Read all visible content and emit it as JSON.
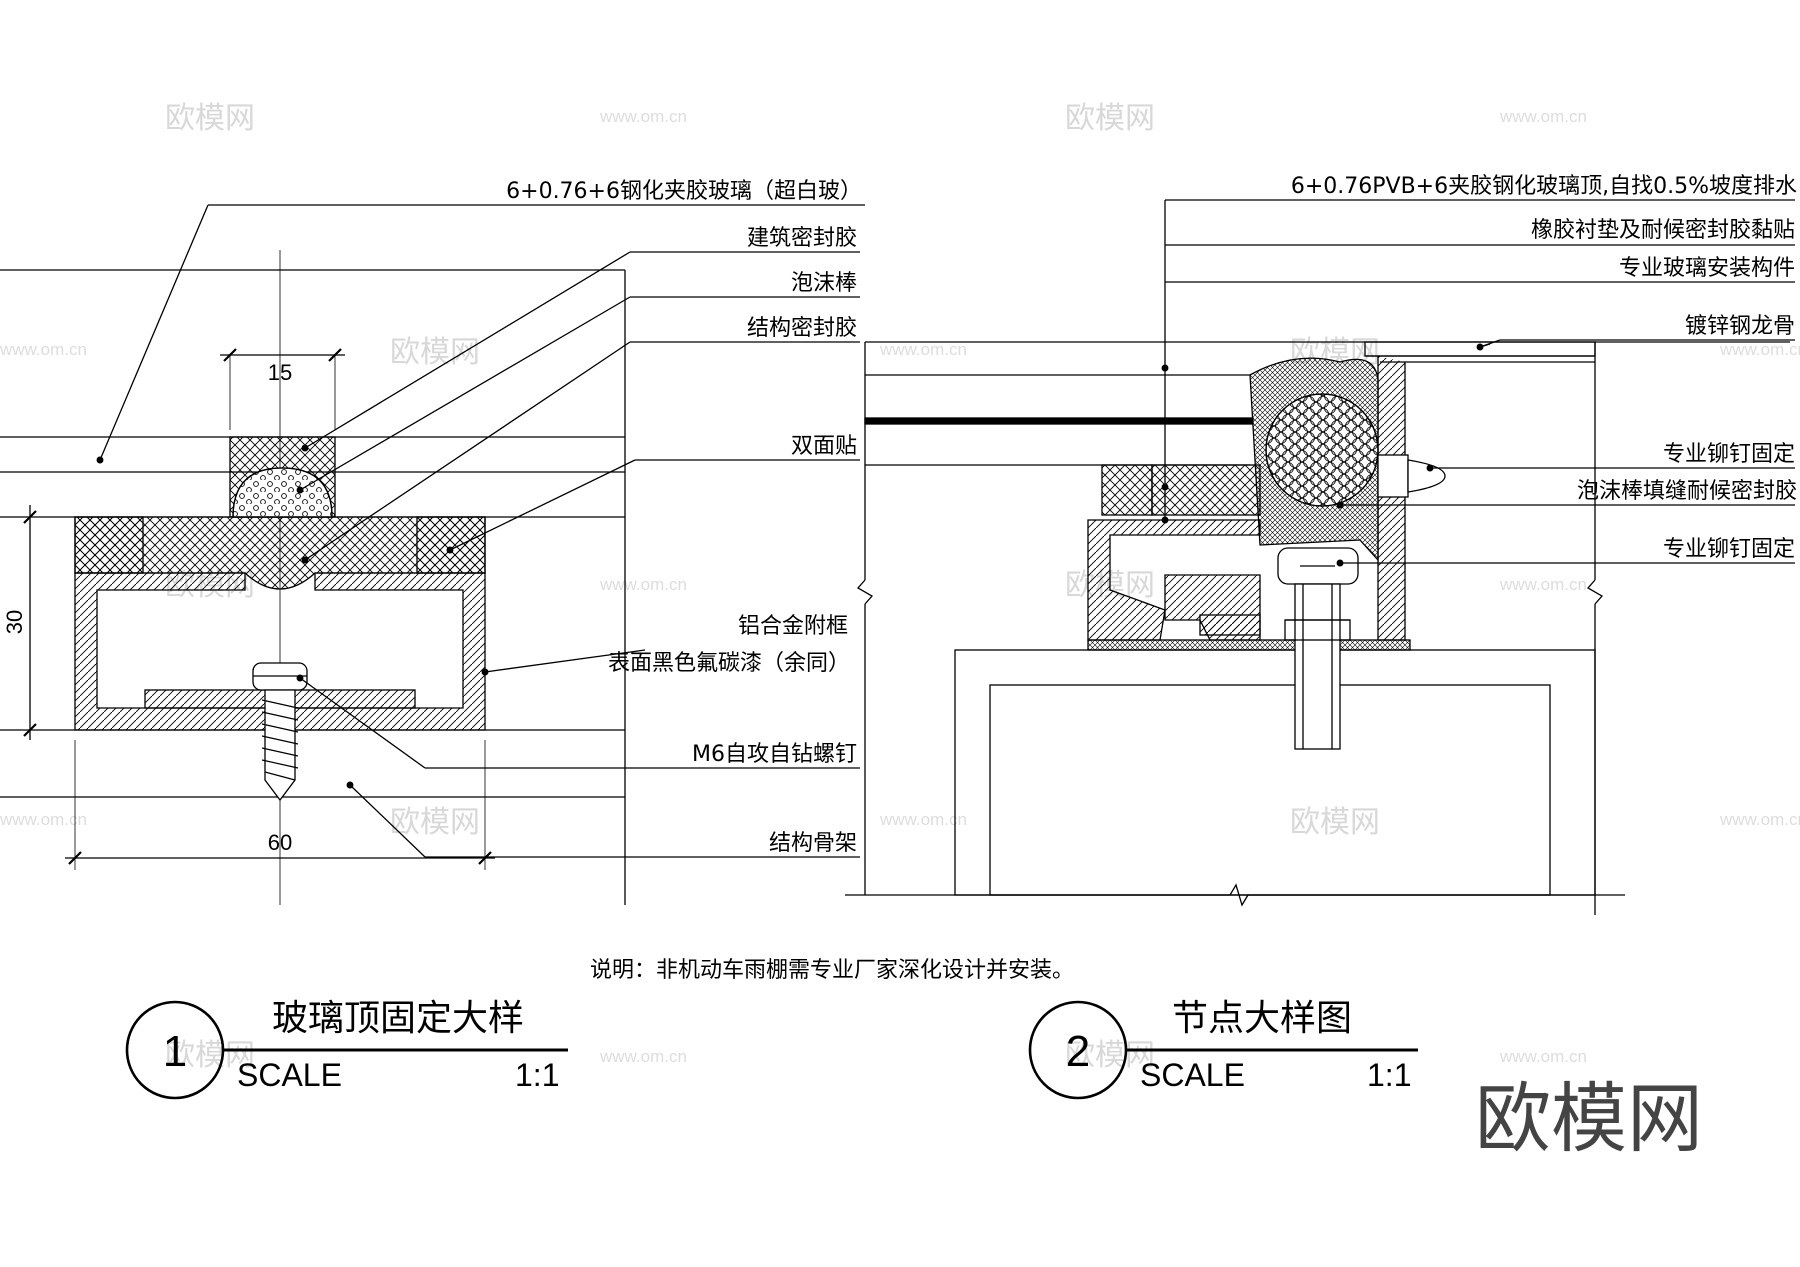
{
  "detail1": {
    "number": "1",
    "title": "玻璃顶固定大样",
    "scale_label": "SCALE",
    "scale_value": "1:1",
    "dim_top": "15",
    "dim_height": "30",
    "dim_width": "60",
    "labels": [
      "6+0.76+6钢化夹胶玻璃（超白玻）",
      "建筑密封胶",
      "泡沫棒",
      "结构密封胶",
      "双面贴",
      "铝合金附框",
      "表面黑色氟碳漆（余同）",
      "M6自攻自钻螺钉",
      "结构骨架"
    ]
  },
  "detail2": {
    "number": "2",
    "title": "节点大样图",
    "scale_label": "SCALE",
    "scale_value": "1:1",
    "labels": [
      "6+0.76PVB+6夹胶钢化玻璃顶,自找0.5%坡度排水",
      "橡胶衬垫及耐候密封胶黏贴",
      "专业玻璃安装构件",
      "镀锌钢龙骨",
      "专业铆钉固定",
      "泡沫棒填缝耐候密封胶",
      "专业铆钉固定"
    ]
  },
  "note": "说明：非机动车雨棚需专业厂家深化设计并安装。",
  "watermark": {
    "brand": "欧模网",
    "url": "www.om.cn"
  },
  "logo": "欧模网"
}
